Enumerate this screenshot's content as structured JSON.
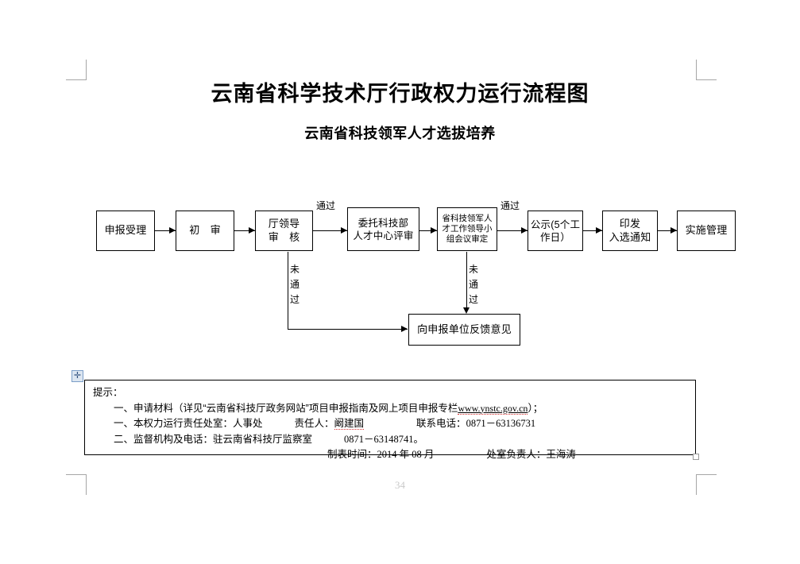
{
  "document": {
    "main_title": "云南省科学技术厅行政权力运行流程图",
    "sub_title": "云南省科技领军人才选拔培养",
    "page_number": "34"
  },
  "flowchart": {
    "nodes": [
      {
        "id": "n1",
        "lines": [
          "申报受理"
        ]
      },
      {
        "id": "n2",
        "lines": [
          "初　审"
        ]
      },
      {
        "id": "n3",
        "lines": [
          "厅领导",
          "审　核"
        ]
      },
      {
        "id": "n4",
        "lines": [
          "委托科技部",
          "人才中心评审"
        ]
      },
      {
        "id": "n5",
        "lines": [
          "省科技领军人",
          "才工作领导小",
          "组会议审定"
        ]
      },
      {
        "id": "n6",
        "lines": [
          "公示(5个工",
          "作日）"
        ]
      },
      {
        "id": "n7",
        "lines": [
          "印发",
          "入选通知"
        ]
      },
      {
        "id": "n8",
        "lines": [
          "实施管理"
        ]
      },
      {
        "id": "n9",
        "lines": [
          "向申报单位反馈意见"
        ]
      }
    ],
    "edge_labels": {
      "pass_1": "通过",
      "pass_2": "通过",
      "fail_1": [
        "未",
        "通",
        "过"
      ],
      "fail_2": [
        "未",
        "通",
        "过"
      ]
    }
  },
  "notes": {
    "heading": "提示：",
    "line1_prefix": "一、申请材料（详见“云南省科技厅政务网站”项目申报指南及网上项目申报专栏",
    "line1_url": "www.ynstc.gov.cn",
    "line1_suffix": "）；",
    "line2_label": "一、本权力运行责任处室：人事处",
    "line2_person_label": "责任人：",
    "line2_person": "阚建国",
    "line2_phone_label": "联系电话：",
    "line2_phone": "0871－63136731",
    "line3_label": "二、监督机构及电话：驻云南省科技厅监察室",
    "line3_phone": "0871－63148741。",
    "line4_date_label": "制表时间：",
    "line4_date": "2014 年 08 月",
    "line4_owner_label": "处室负责人：",
    "line4_owner": "王海涛"
  },
  "icons": {
    "table_move": "✛"
  }
}
